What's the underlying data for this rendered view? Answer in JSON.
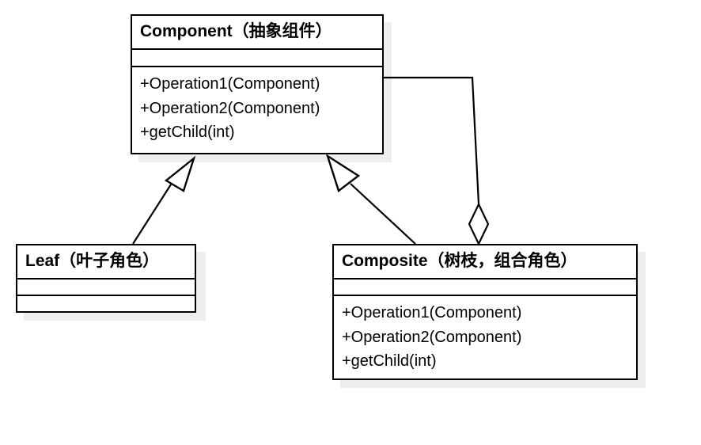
{
  "diagram": {
    "title": "Composite Pattern UML Class Diagram",
    "type": "uml-class-diagram",
    "background_color": "#ffffff",
    "line_color": "#000000",
    "shadow_color": "#eeeeee",
    "fill_color": "#ffffff"
  },
  "classes": {
    "component": {
      "name": "Component（抽象组件）",
      "attributes": [],
      "operations": [
        "+Operation1(Component)",
        "+Operation2(Component)",
        "+getChild(int)"
      ]
    },
    "leaf": {
      "name": "Leaf（叶子角色）",
      "attributes": [],
      "operations": []
    },
    "composite": {
      "name": "Composite（树枝，组合角色）",
      "attributes": [],
      "operations": [
        "+Operation1(Component)",
        "+Operation2(Component)",
        "+getChild(int)"
      ]
    }
  },
  "relationships": [
    {
      "kind": "generalization",
      "from": "leaf",
      "to": "component",
      "marker": "hollow-triangle"
    },
    {
      "kind": "generalization",
      "from": "composite",
      "to": "component",
      "marker": "hollow-triangle"
    },
    {
      "kind": "aggregation",
      "from": "component",
      "to": "composite",
      "marker": "hollow-diamond"
    }
  ]
}
